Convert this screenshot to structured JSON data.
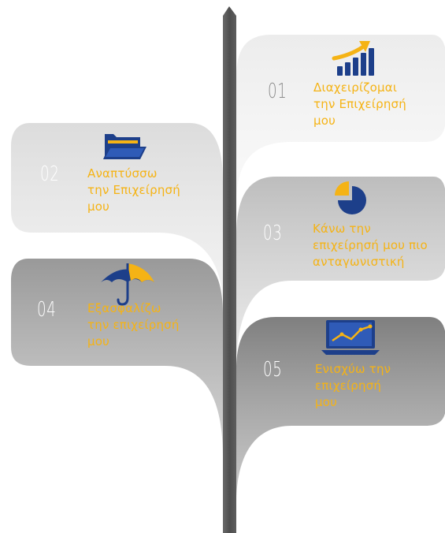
{
  "steps": [
    {
      "number": "01",
      "label_lines": [
        "Διαχειρίζομαι",
        "την Επιχείρησή",
        "μου"
      ],
      "icon": "bar-chart-growth-icon"
    },
    {
      "number": "02",
      "label_lines": [
        "Αναπτύσσω",
        "την Επιχείρησή",
        "μου"
      ],
      "icon": "folder-icon"
    },
    {
      "number": "03",
      "label_lines": [
        "Κάνω την",
        "επιχείρησή μου πιο",
        "ανταγωνιστική"
      ],
      "icon": "pie-chart-icon"
    },
    {
      "number": "04",
      "label_lines": [
        "Εξασφαλίζω",
        "την επιχείρησή",
        "μου"
      ],
      "icon": "umbrella-icon"
    },
    {
      "number": "05",
      "label_lines": [
        "Ενισχύω την",
        "επιχείρησή",
        "μου"
      ],
      "icon": "laptop-chart-icon"
    }
  ],
  "colors": {
    "accent": "#F5B315",
    "icon_blue": "#1D3F8A",
    "stem": "#5A5A5A",
    "panel_light": "#E6E6E6",
    "panel_mid": "#C3C3C3",
    "panel_dark": "#8C8C8C"
  }
}
